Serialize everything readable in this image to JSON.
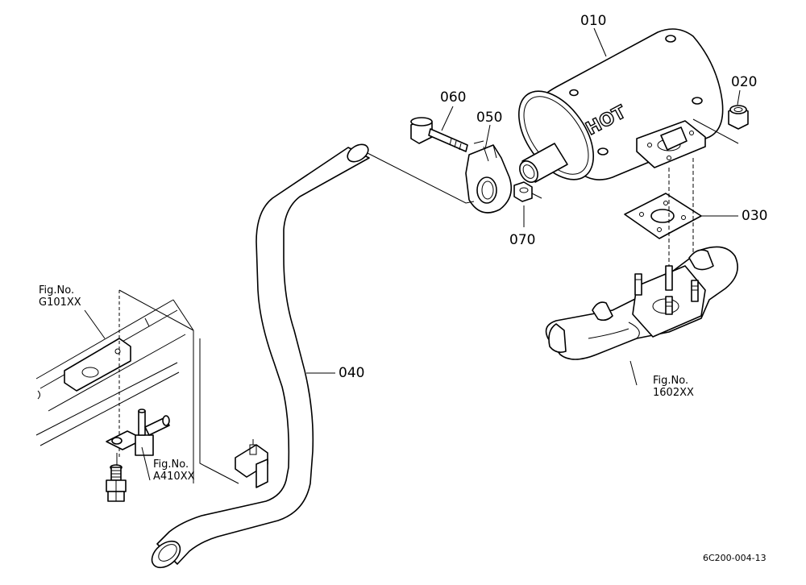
{
  "callouts": {
    "p010": "010",
    "p020": "020",
    "p030": "030",
    "p040": "040",
    "p050": "050",
    "p060": "060",
    "p070": "070"
  },
  "figure_refs": {
    "g101": {
      "label": "Fig.No.",
      "code": "G101XX"
    },
    "a410": {
      "label": "Fig.No.",
      "code": "A410XX"
    },
    "f1602": {
      "label": "Fig.No.",
      "code": "1602XX"
    }
  },
  "muffler_marking": "HOT",
  "drawing_code": "6C200-004-13"
}
